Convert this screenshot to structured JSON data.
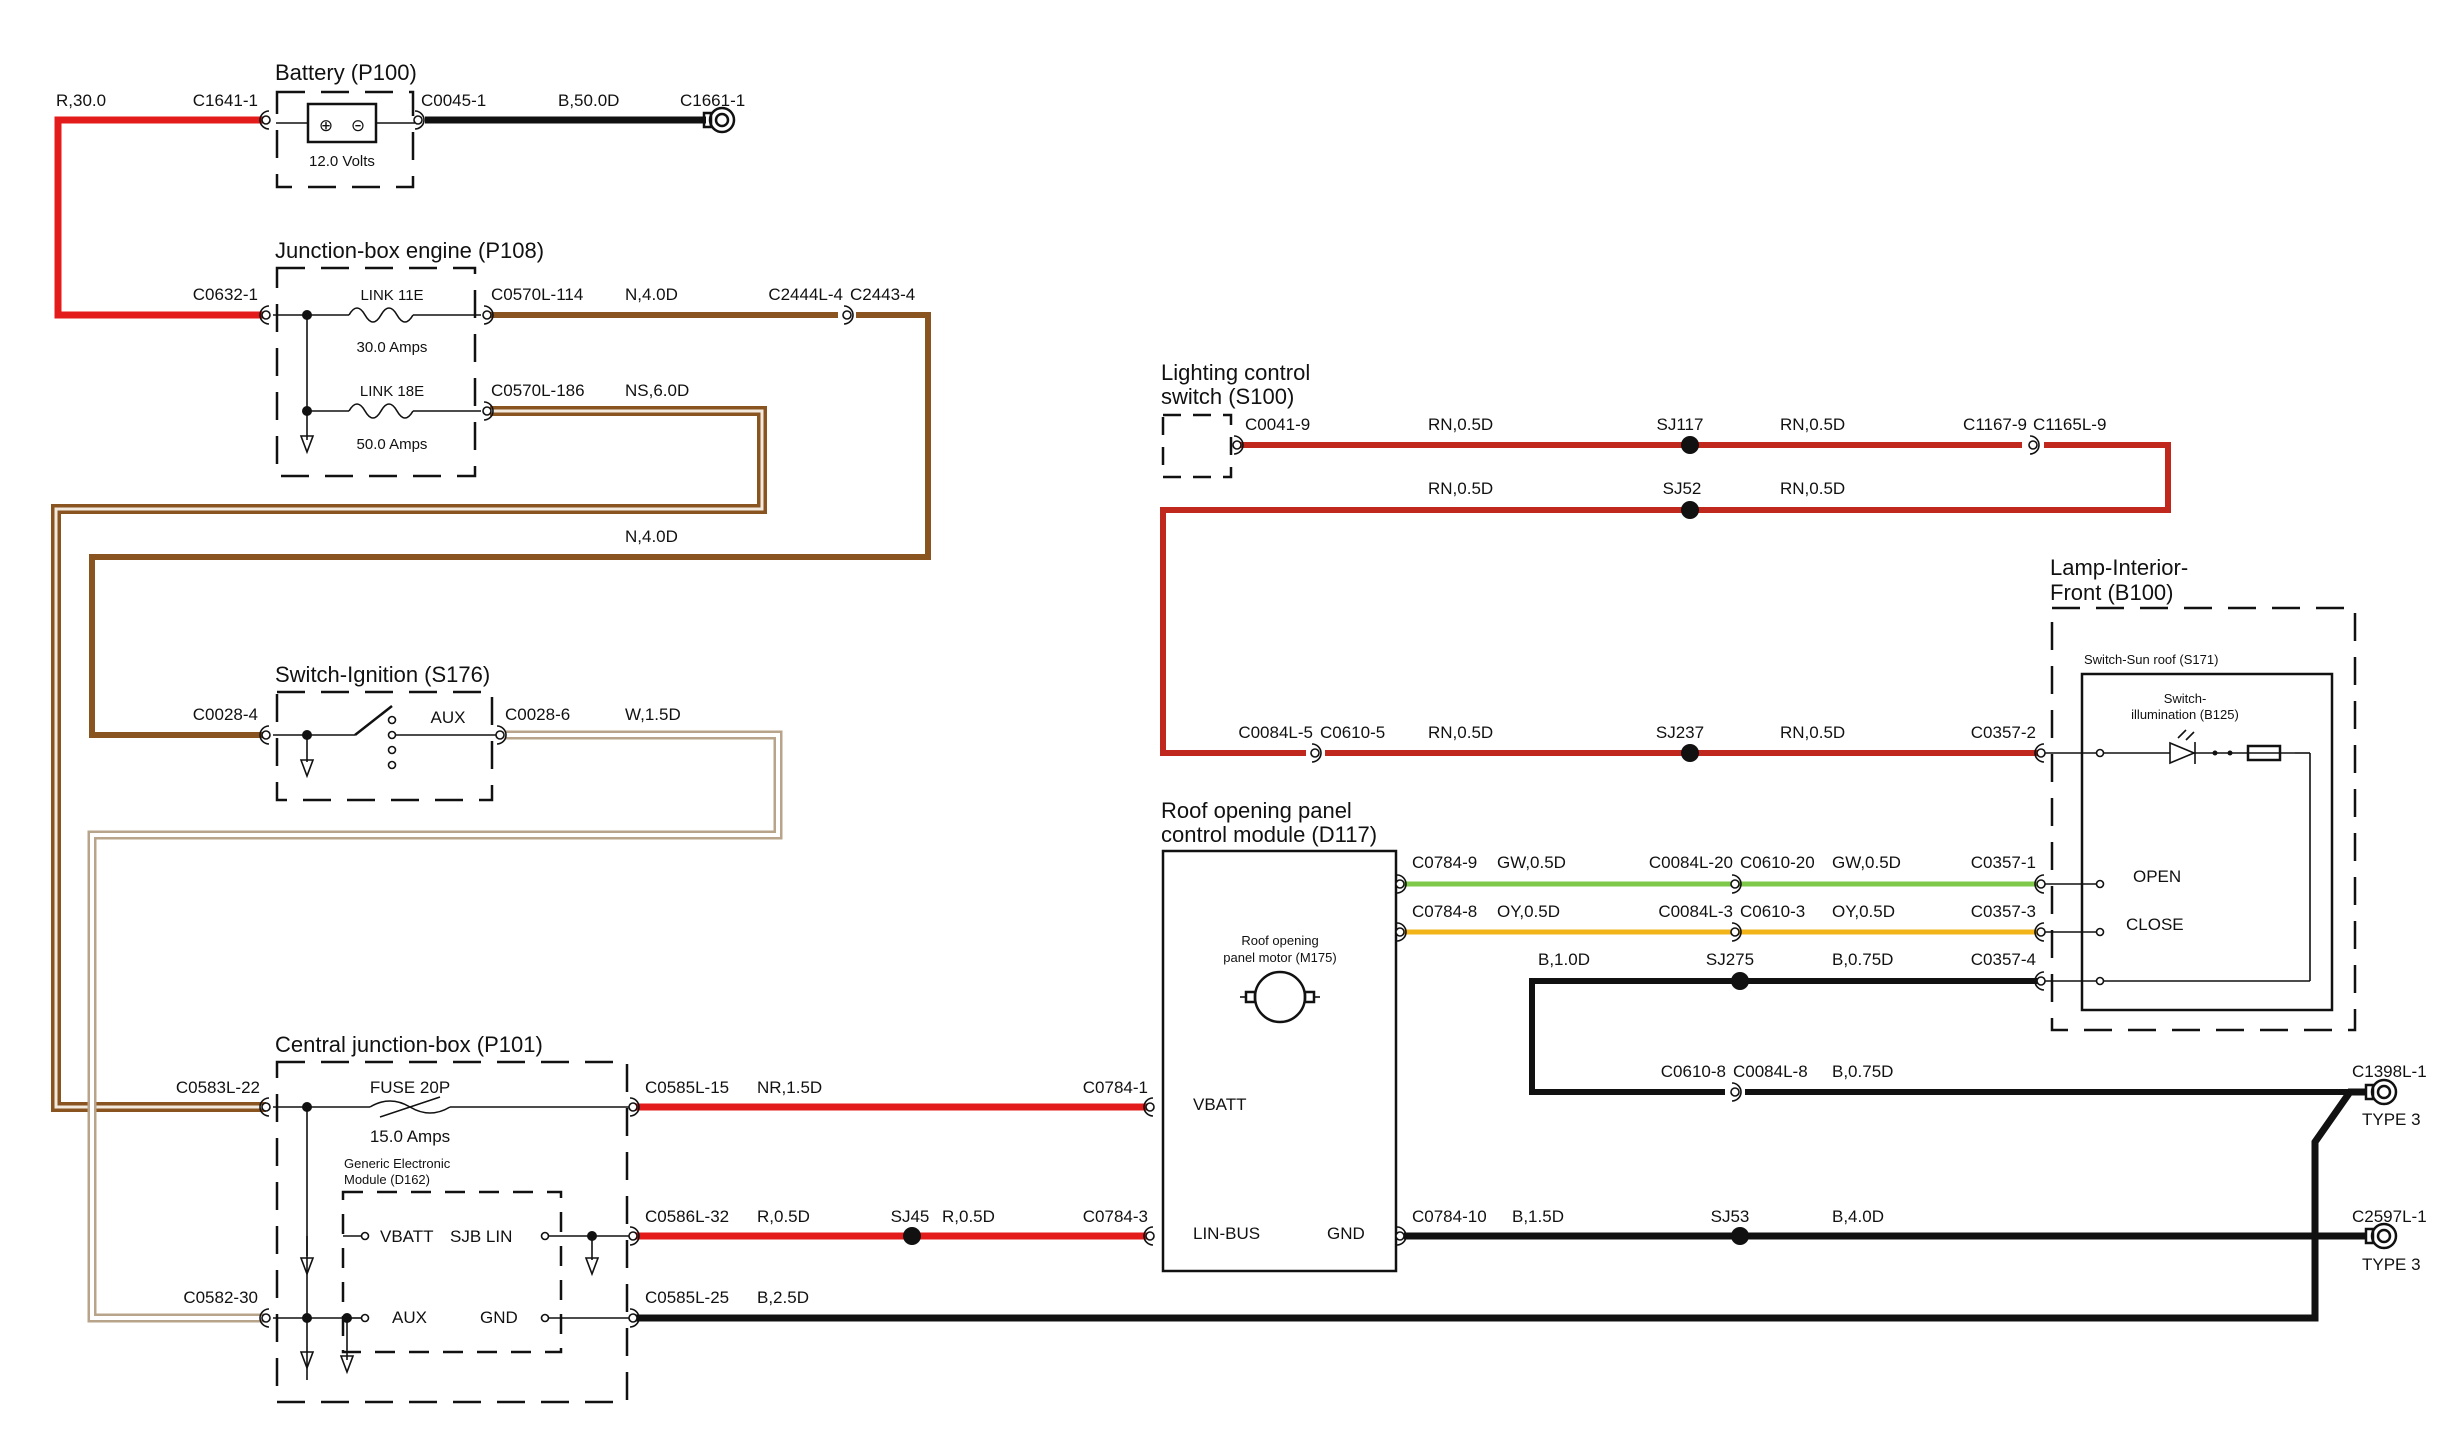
{
  "colors": {
    "red": "#e31b1b",
    "dark_red": "#c0281e",
    "brown": "#8a5420",
    "tan": "#b8a48a",
    "black": "#111111",
    "green": "#7ec84a",
    "yellow": "#f2b418"
  },
  "components": {
    "battery": {
      "title": "Battery (P100)",
      "rating": "12.0 Volts",
      "plus_symbol": "⊕",
      "minus_symbol": "⊝"
    },
    "jb_engine": {
      "title": "Junction-box engine (P108)",
      "link1": "LINK 11E",
      "link1_rating": "30.0 Amps",
      "link2": "LINK 18E",
      "link2_rating": "50.0 Amps"
    },
    "ignition": {
      "title": "Switch-Ignition (S176)",
      "aux": "AUX"
    },
    "cjb": {
      "title": "Central junction-box (P101)",
      "fuse": "FUSE 20P",
      "fuse_rating": "15.0 Amps",
      "gem_line1": "Generic Electronic",
      "gem_line2": "Module (D162)",
      "vbatt": "VBATT",
      "sjb_lin": "SJB LIN",
      "aux": "AUX",
      "gnd": "GND"
    },
    "lighting": {
      "title_line1": "Lighting control",
      "title_line2": "switch (S100)"
    },
    "roof_module": {
      "title_line1": "Roof opening panel",
      "title_line2": "control module (D117)",
      "motor_line1": "Roof opening",
      "motor_line2": "panel motor (M175)",
      "vbatt": "VBATT",
      "lin_bus": "LIN-BUS",
      "gnd": "GND"
    },
    "lamp": {
      "title_line1": "Lamp-Interior-",
      "title_line2": "Front (B100)",
      "switch_title": "Switch-Sun roof (S171)",
      "illum_line1": "Switch-",
      "illum_line2": "illumination (B125)",
      "open": "OPEN",
      "close": "CLOSE"
    }
  },
  "connectors": {
    "c1641_1": "C1641-1",
    "c0045_1": "C0045-1",
    "c1661_1": "C1661-1",
    "c0632_1": "C0632-1",
    "c0570l_114": "C0570L-114",
    "c2444l_4": "C2444L-4",
    "c2443_4": "C2443-4",
    "c0570l_186": "C0570L-186",
    "c0028_4": "C0028-4",
    "c0028_6": "C0028-6",
    "c0583l_22": "C0583L-22",
    "c0585l_15": "C0585L-15",
    "c0586l_32": "C0586L-32",
    "c0582_30": "C0582-30",
    "c0585l_25": "C0585L-25",
    "c0041_9": "C0041-9",
    "c1167_9": "C1167-9",
    "c1165l_9": "C1165L-9",
    "c0084l_5": "C0084L-5",
    "c0610_5": "C0610-5",
    "c0357_2": "C0357-2",
    "c0784_9": "C0784-9",
    "c0084l_20": "C0084L-20",
    "c0610_20": "C0610-20",
    "c0357_1": "C0357-1",
    "c0784_8": "C0784-8",
    "c0084l_3": "C0084L-3",
    "c0610_3": "C0610-3",
    "c0357_3": "C0357-3",
    "c0357_4": "C0357-4",
    "c0610_8": "C0610-8",
    "c0084l_8": "C0084L-8",
    "c1398l_1": "C1398L-1",
    "type3": "TYPE 3",
    "c2597l_1": "C2597L-1",
    "c0784_1": "C0784-1",
    "c0784_3": "C0784-3",
    "c0784_10": "C0784-10"
  },
  "splices": {
    "sj117": "SJ117",
    "sj52": "SJ52",
    "sj237": "SJ237",
    "sj275": "SJ275",
    "sj45": "SJ45",
    "sj53": "SJ53"
  },
  "wires": {
    "r30": "R,30.0",
    "b50": "B,50.0D",
    "n4_a": "N,4.0D",
    "ns6": "NS,6.0D",
    "n4_b": "N,4.0D",
    "w15": "W,1.5D",
    "nr15": "NR,1.5D",
    "r05_a": "R,0.5D",
    "r05_b": "R,0.5D",
    "b25": "B,2.5D",
    "rn_1": "RN,0.5D",
    "rn_2": "RN,0.5D",
    "rn_3": "RN,0.5D",
    "rn_4": "RN,0.5D",
    "rn_5": "RN,0.5D",
    "rn_6": "RN,0.5D",
    "gw_1": "GW,0.5D",
    "gw_2": "GW,0.5D",
    "oy_1": "OY,0.5D",
    "oy_2": "OY,0.5D",
    "b10": "B,1.0D",
    "b075_a": "B,0.75D",
    "b075_b": "B,0.75D",
    "b15": "B,1.5D",
    "b40": "B,4.0D"
  }
}
